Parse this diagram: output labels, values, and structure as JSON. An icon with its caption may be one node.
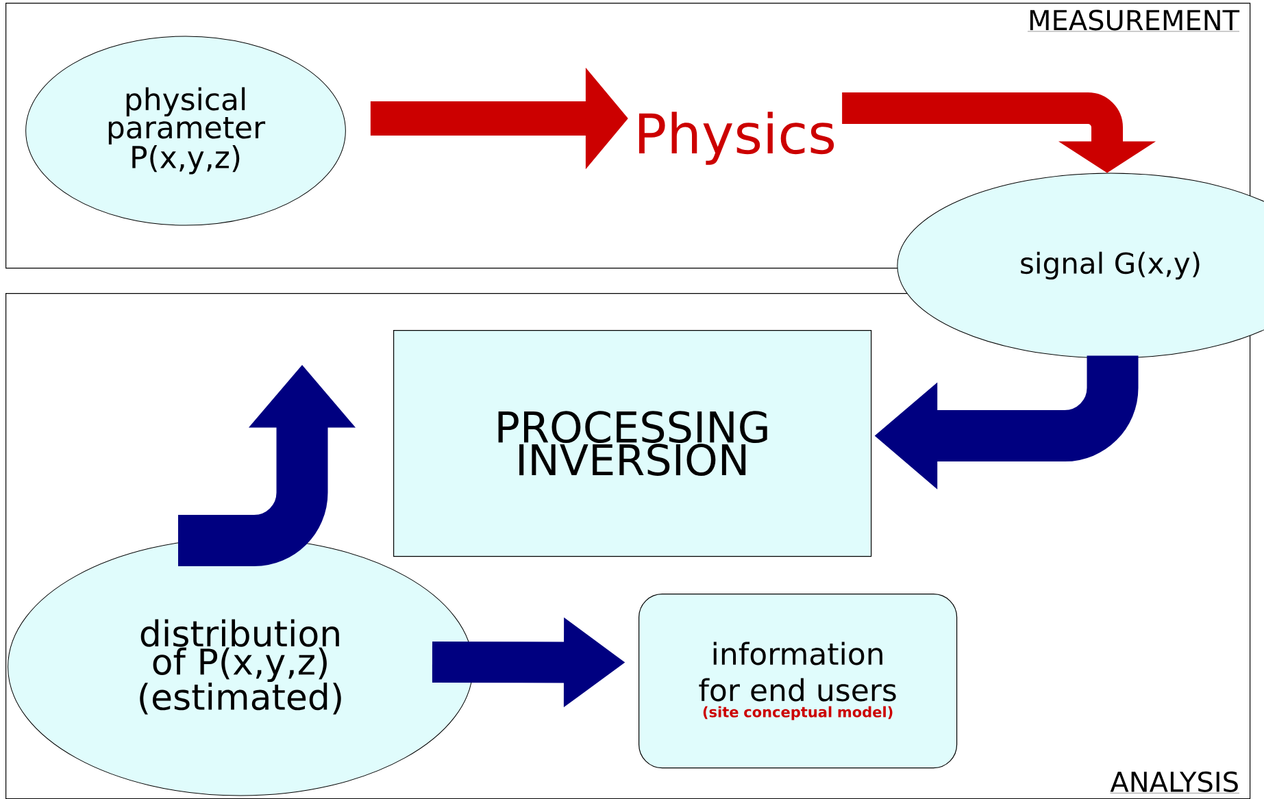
{
  "diagram": {
    "nodes": [
      {
        "text": [
          "MEASUREMENT"
        ]
      },
      {
        "text": [
          "ANALYSIS"
        ]
      },
      {
        "text": [
          "physical parameter P(x,y,z)"
        ],
        "in": 0
      },
      {
        "text": [
          "Physics"
        ],
        "in": 0
      },
      {
        "text": [
          "signal G(x,y)"
        ]
      },
      {
        "text": [
          "PROCESSING INVERSION"
        ],
        "in": 1
      },
      {
        "text": [
          "distribution of P(x,y,z) (estimated)"
        ],
        "in": 1
      },
      {
        "text": [
          "information for end users",
          "(site conceptual model)"
        ],
        "in": 1
      }
    ],
    "edges": [
      {
        "from": 2,
        "to": 3,
        "arrow": "to",
        "color": "#cc0000"
      },
      {
        "from": 3,
        "to": 4,
        "arrow": "to",
        "color": "#cc0000"
      },
      {
        "from": 4,
        "to": 5,
        "arrow": "to"
      },
      {
        "from": 6,
        "to": 5,
        "arrow": "to"
      },
      {
        "from": 6,
        "to": 7,
        "arrow": "to"
      }
    ]
  }
}
